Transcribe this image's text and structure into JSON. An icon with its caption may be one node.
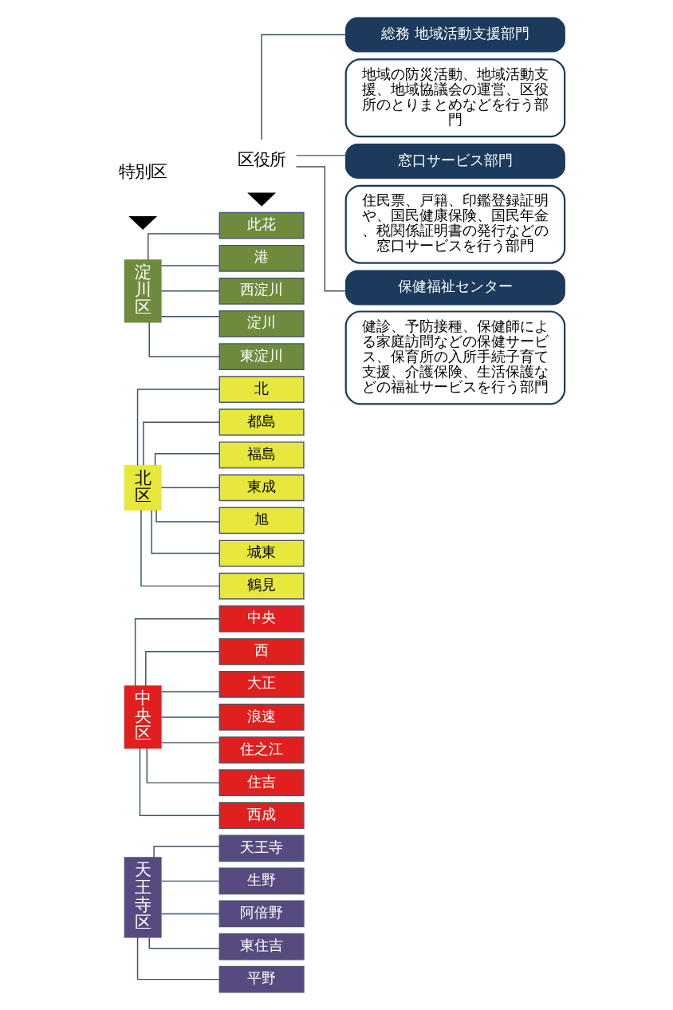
{
  "diagram": {
    "nodes": [
      {
        "text": [
          "区役所"
        ]
      },
      {
        "text": [
          "淀川区"
        ]
      },
      {
        "text": [
          "此花"
        ]
      },
      {
        "text": [
          "港"
        ]
      },
      {
        "text": [
          "西淀川"
        ]
      },
      {
        "text": [
          "淀川"
        ]
      },
      {
        "text": [
          "東淀川"
        ]
      },
      {
        "text": [
          "北区"
        ]
      },
      {
        "text": [
          "北"
        ]
      },
      {
        "text": [
          "都島"
        ]
      },
      {
        "text": [
          "福島"
        ]
      },
      {
        "text": [
          "東成"
        ]
      },
      {
        "text": [
          "旭"
        ]
      },
      {
        "text": [
          "城東"
        ]
      },
      {
        "text": [
          "鶴見"
        ]
      },
      {
        "text": [
          "中央区"
        ]
      },
      {
        "text": [
          "中央"
        ]
      },
      {
        "text": [
          "西"
        ]
      },
      {
        "text": [
          "大正"
        ]
      },
      {
        "text": [
          "浪速"
        ]
      },
      {
        "text": [
          "住之江"
        ]
      },
      {
        "text": [
          "住吉"
        ]
      },
      {
        "text": [
          "西成"
        ]
      },
      {
        "text": [
          "天王寺区"
        ]
      },
      {
        "text": [
          "天王寺"
        ]
      },
      {
        "text": [
          "生野"
        ]
      },
      {
        "text": [
          "阿倍野"
        ]
      },
      {
        "text": [
          "東住吉"
        ]
      },
      {
        "text": [
          "平野"
        ]
      },
      {
        "text": [
          "総務 地域活動支援部門"
        ]
      },
      {
        "text": [
          "地域の防災活動、地域活動支援、地域協議会の運営、区役所のとりまとめなどを行う部門"
        ]
      },
      {
        "text": [
          "窓口サービス部門"
        ]
      },
      {
        "text": [
          "住民票、戸籍、印鑑登録証明や、国民健康保険、国民年金、税関係証明書の発行などの窓口サービスを行う部門"
        ]
      },
      {
        "text": [
          "保健福祉センター"
        ]
      },
      {
        "text": [
          "健診、予防接種、保健師による家庭訪問などの保健サービス、保育所の入所手続子育て支援、介護保険、生活保護などの福祉サービスを行う部門"
        ]
      }
    ],
    "edges": [
      {
        "from": 1,
        "to": 2,
        "arrow": "none"
      },
      {
        "from": 1,
        "to": 3,
        "arrow": "none"
      },
      {
        "from": 1,
        "to": 4,
        "arrow": "none"
      },
      {
        "from": 1,
        "to": 5,
        "arrow": "none"
      },
      {
        "from": 1,
        "to": 6,
        "arrow": "none"
      },
      {
        "from": 7,
        "to": 8,
        "arrow": "none"
      },
      {
        "from": 7,
        "to": 9,
        "arrow": "none"
      },
      {
        "from": 7,
        "to": 10,
        "arrow": "none"
      },
      {
        "from": 7,
        "to": 11,
        "arrow": "none"
      },
      {
        "from": 7,
        "to": 12,
        "arrow": "none"
      },
      {
        "from": 7,
        "to": 13,
        "arrow": "none"
      },
      {
        "from": 7,
        "to": 14,
        "arrow": "none"
      },
      {
        "from": 15,
        "to": 16,
        "arrow": "none"
      },
      {
        "from": 15,
        "to": 17,
        "arrow": "none"
      },
      {
        "from": 15,
        "to": 18,
        "arrow": "none"
      },
      {
        "from": 15,
        "to": 19,
        "arrow": "none"
      },
      {
        "from": 15,
        "to": 20,
        "arrow": "none"
      },
      {
        "from": 15,
        "to": 21,
        "arrow": "none"
      },
      {
        "from": 15,
        "to": 22,
        "arrow": "none"
      },
      {
        "from": 23,
        "to": 24,
        "arrow": "none"
      },
      {
        "from": 23,
        "to": 25,
        "arrow": "none"
      },
      {
        "from": 23,
        "to": 26,
        "arrow": "none"
      },
      {
        "from": 23,
        "to": 27,
        "arrow": "none"
      },
      {
        "from": 23,
        "to": 28,
        "arrow": "none"
      },
      {
        "from": 0,
        "to": 29,
        "arrow": "none"
      },
      {
        "from": 0,
        "to": 31,
        "arrow": "none"
      },
      {
        "from": 0,
        "to": 33,
        "arrow": "none"
      }
    ],
    "labels": [
      "特別区"
    ]
  }
}
